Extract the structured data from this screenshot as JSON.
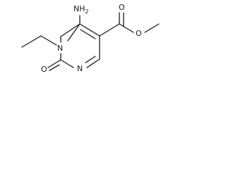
{
  "atoms": {
    "amino": {
      "main": "NH",
      "subscript": "2"
    },
    "ring_n1": "N",
    "ring_n3": "N",
    "carbonyl_o": "O",
    "ester_o_double": "O",
    "ester_o_single": "O"
  }
}
